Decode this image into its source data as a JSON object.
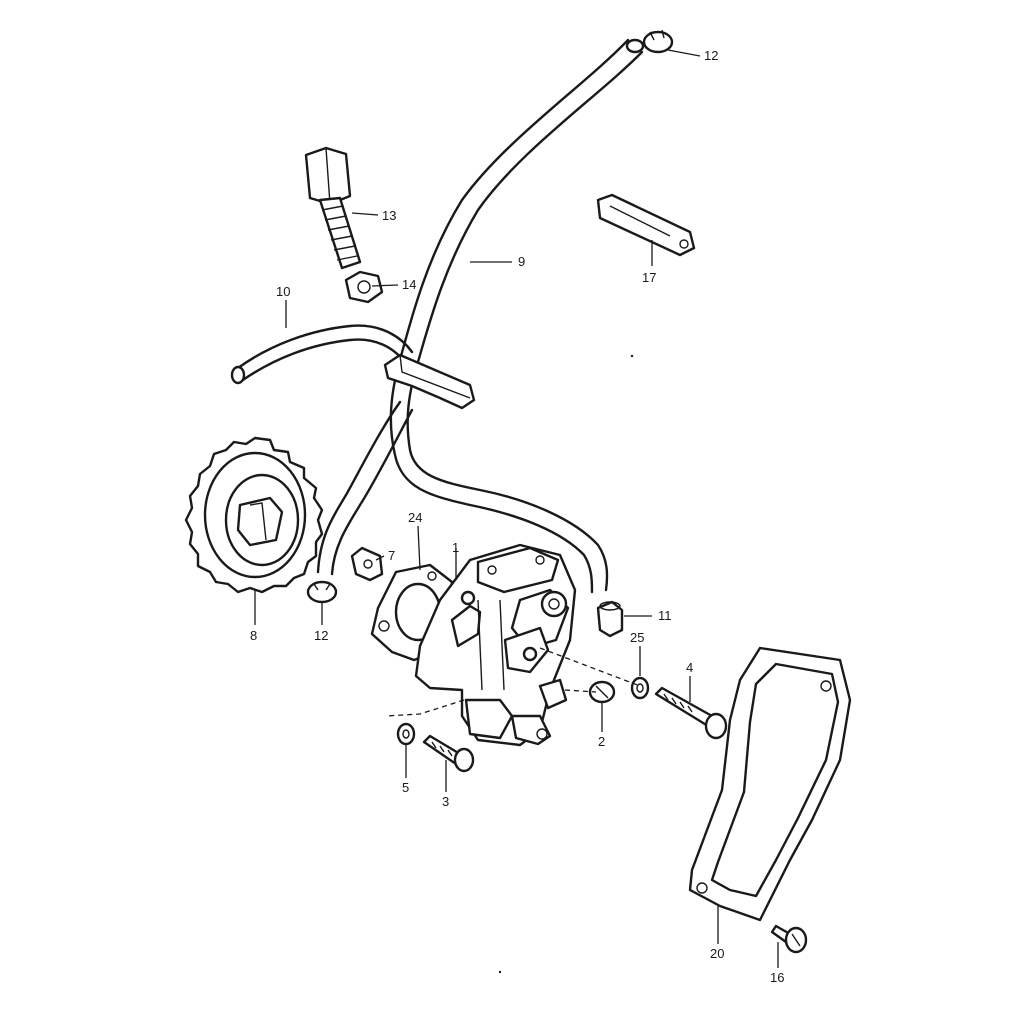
{
  "callouts": {
    "c1": "1",
    "c2": "2",
    "c3": "3",
    "c4": "4",
    "c5": "5",
    "c7": "7",
    "c8": "8",
    "c9": "9",
    "c10": "10",
    "c11": "11",
    "c12a": "12",
    "c12b": "12",
    "c13": "13",
    "c14": "14",
    "c16": "16",
    "c17": "17",
    "c20": "20",
    "c24": "24",
    "c25": "25"
  },
  "colors": {
    "ink": "#1a1a1a",
    "paper": "#ffffff"
  }
}
